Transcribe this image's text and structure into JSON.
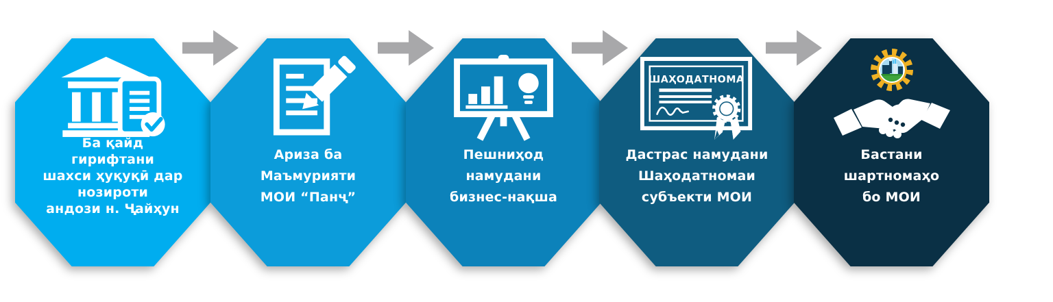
{
  "diagram": {
    "background": "#ffffff",
    "arrow_color": "#a8a8aa",
    "text_color": "#ffffff",
    "logo_gold": "#efb124",
    "steps": [
      {
        "icon": "bank-registration-check-icon",
        "color": "#00adef",
        "label": "Ба қайд гирифтани шахси ҳуқуқӣ дар нозироти андози н. Ҷайҳун",
        "lines": [
          "Ба қайд",
          "гирифтани",
          "шахси ҳуқуқӣ дар",
          "нозироти",
          "андози н. Ҷайҳун"
        ]
      },
      {
        "icon": "application-document-pencil-icon",
        "color": "#0c9cda",
        "label": "Ариза ба Маъмурияти МОИ “Панҷ”",
        "lines": [
          "Ариза ба",
          "Маъмурияти",
          "МОИ “Панҷ”"
        ]
      },
      {
        "icon": "business-plan-presentation-icon",
        "color": "#0c82ba",
        "label": "Пешниҳод намудани бизнес-нақша",
        "lines": [
          "Пешниҳод",
          "намудани",
          "бизнес-нақша"
        ]
      },
      {
        "icon": "certificate-icon",
        "color": "#0f5c80",
        "certificate_title": "ШАҲОДАТНОМА",
        "label": "Дастрас намудани Шаҳодатномаи субъекти МОИ",
        "lines": [
          "Дастрас намудани",
          "Шаҳодатномаи",
          "субъекти МОИ"
        ]
      },
      {
        "icon": "handshake-agreement-logo-icon",
        "color": "#0a3045",
        "label": "Бастани шартномаҳо бо МОИ",
        "lines": [
          "Бастани",
          "шартномаҳо",
          "бо МОИ"
        ]
      }
    ]
  }
}
